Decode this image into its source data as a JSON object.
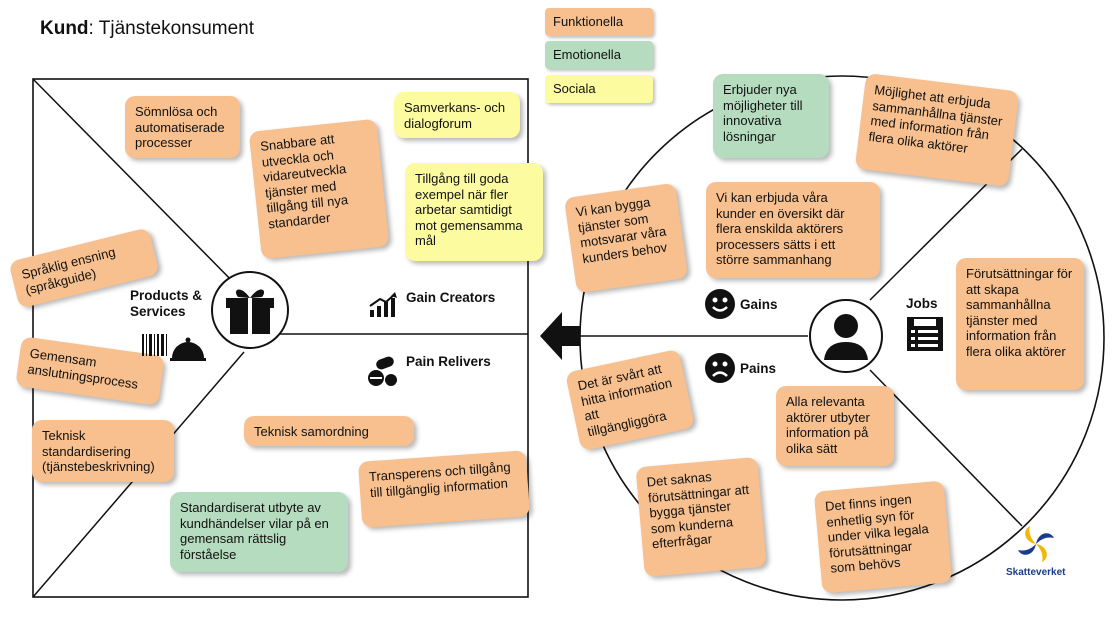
{
  "header": {
    "title_bold": "Kund",
    "title_rest": ": Tjänstekonsument"
  },
  "legend": {
    "functional": "Funktionella",
    "emotional": "Emotionella",
    "social": "Sociala"
  },
  "value_map": {
    "products_label": "Products & Services",
    "gain_creators_label": "Gain Creators",
    "pain_relievers_label": "Pain Relivers",
    "notes": {
      "somnlosa": "Sömnlösa och automatiserade processer",
      "snabbare": "Snabbare att utveckla och vidareutveckla tjänster med tillgång till nya standarder",
      "samverkans": "Samverkans- och dialogforum",
      "tillgang": "Tillgång till goda exempel när fler arbetar samtidigt mot gemensamma mål",
      "spraklig": "Språklig ensning (språkguide)",
      "gemensam": "Gemensam anslutningsprocess",
      "teknisk_std": "Teknisk standardisering (tjänstebeskrivning)",
      "teknisk_samordning": "Teknisk samordning",
      "transperens": "Transperens och tillgång till tillgänglig information",
      "standardiserat": "Standardiserat utbyte av kundhändelser vilar på en gemensam rättslig förståelse"
    }
  },
  "customer_profile": {
    "gains_label": "Gains",
    "pains_label": "Pains",
    "jobs_label": "Jobs",
    "notes": {
      "erbjuder": "Erbjuder nya möjligheter till innovativa lösningar",
      "mojlighet": "Möjlighet att erbjuda sammanhållna tjänster med information från flera olika aktörer",
      "vi_kan_bygga": "Vi kan bygga tjänster som motsvarar våra kunders behov",
      "vi_kan_erbjuda": "Vi kan erbjuda våra kunder en översikt där flera enskilda aktörers processers sätts i ett större sammanhang",
      "forutsattningar": "Förutsättningar för att skapa sammanhållna tjänster med information från flera olika aktörer",
      "svart": "Det är svårt att hitta information att tillgängliggöra",
      "alla": "Alla relevanta aktörer utbyter information på olika sätt",
      "saknas": "Det saknas förutsättningar att bygga tjänster som kunderna efterfrågar",
      "ingen": "Det finns ingen enhetlig syn för under vilka legala förutsättningar som behövs"
    }
  },
  "logo": {
    "text": "Skatteverket"
  },
  "icons": [
    "gift-icon",
    "barcode-icon",
    "cloche-icon",
    "chart-icon",
    "pills-icon",
    "smile-icon",
    "frown-icon",
    "person-icon",
    "jobs-icon",
    "arrow-left-icon",
    "skatteverket-logo-icon"
  ]
}
